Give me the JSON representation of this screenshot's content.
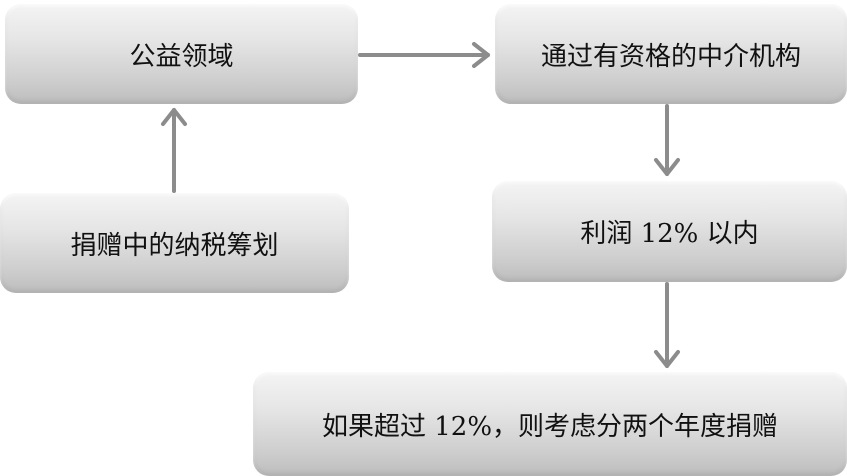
{
  "diagram": {
    "nodes": [
      {
        "id": "public_welfare",
        "label": "公益领域"
      },
      {
        "id": "intermediary",
        "label": "通过有资格的中介机构"
      },
      {
        "id": "donation_tax",
        "label": "捐赠中的纳税筹划"
      },
      {
        "id": "profit_limit",
        "label": "利润 12% 以内"
      },
      {
        "id": "split_years",
        "label": "如果超过 12%，则考虑分两个年度捐赠"
      }
    ],
    "edges": [
      {
        "from": "donation_tax",
        "to": "public_welfare"
      },
      {
        "from": "public_welfare",
        "to": "intermediary"
      },
      {
        "from": "intermediary",
        "to": "profit_limit"
      },
      {
        "from": "profit_limit",
        "to": "split_years"
      }
    ],
    "colors": {
      "node_top": "#f4f4f4",
      "node_bottom": "#bdbdbd",
      "arrow": "#8c8c8c",
      "text": "#111111"
    }
  }
}
